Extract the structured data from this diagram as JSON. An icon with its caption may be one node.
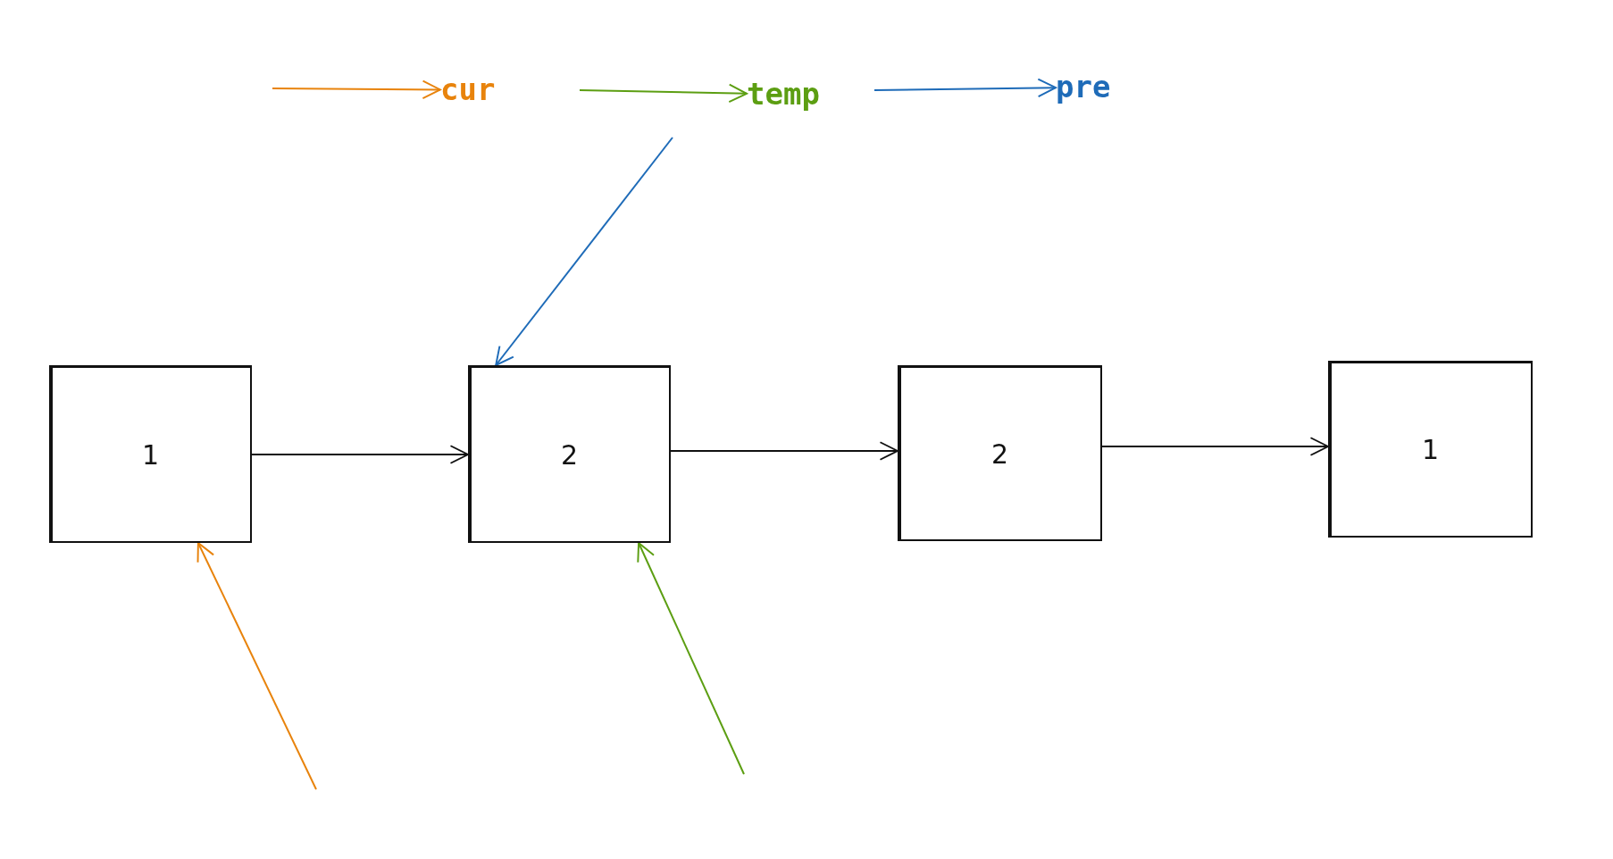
{
  "diagram": {
    "nodes": [
      {
        "text": [
          "cur"
        ]
      },
      {
        "text": [
          "temp"
        ]
      },
      {
        "text": [
          "pre"
        ]
      },
      {
        "text": [
          "1"
        ]
      },
      {
        "text": [
          "2"
        ]
      },
      {
        "text": [
          "2"
        ]
      },
      {
        "text": [
          "1"
        ]
      }
    ],
    "edges": [
      {
        "from": 3,
        "to": 4,
        "arrow": "to"
      },
      {
        "from": 4,
        "to": 5,
        "arrow": "to"
      },
      {
        "from": 5,
        "to": 6,
        "arrow": "to"
      },
      {
        "from": null,
        "to": 0,
        "arrow": "to",
        "color": "#e8830c"
      },
      {
        "from": null,
        "to": 1,
        "arrow": "to",
        "color": "#5c9e12"
      },
      {
        "from": null,
        "to": 2,
        "arrow": "to",
        "color": "#1e6bb8"
      },
      {
        "from": null,
        "to": 3,
        "arrow": "to",
        "color": "#e8830c"
      },
      {
        "from": null,
        "to": 4,
        "arrow": "to",
        "color": "#5c9e12"
      },
      {
        "from": null,
        "to": 4,
        "arrow": "to",
        "color": "#1e6bb8"
      }
    ]
  }
}
